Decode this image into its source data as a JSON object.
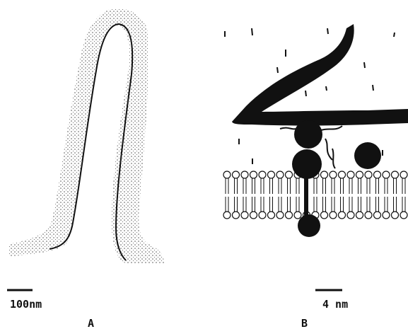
{
  "panels": [
    {
      "id": "A",
      "label": "A",
      "scale_text": "100nm"
    },
    {
      "id": "B",
      "label": "B",
      "scale_text": "4 nm"
    }
  ],
  "colors": {
    "ink": "#111111",
    "stipple": "#555555",
    "background": "#ffffff"
  }
}
